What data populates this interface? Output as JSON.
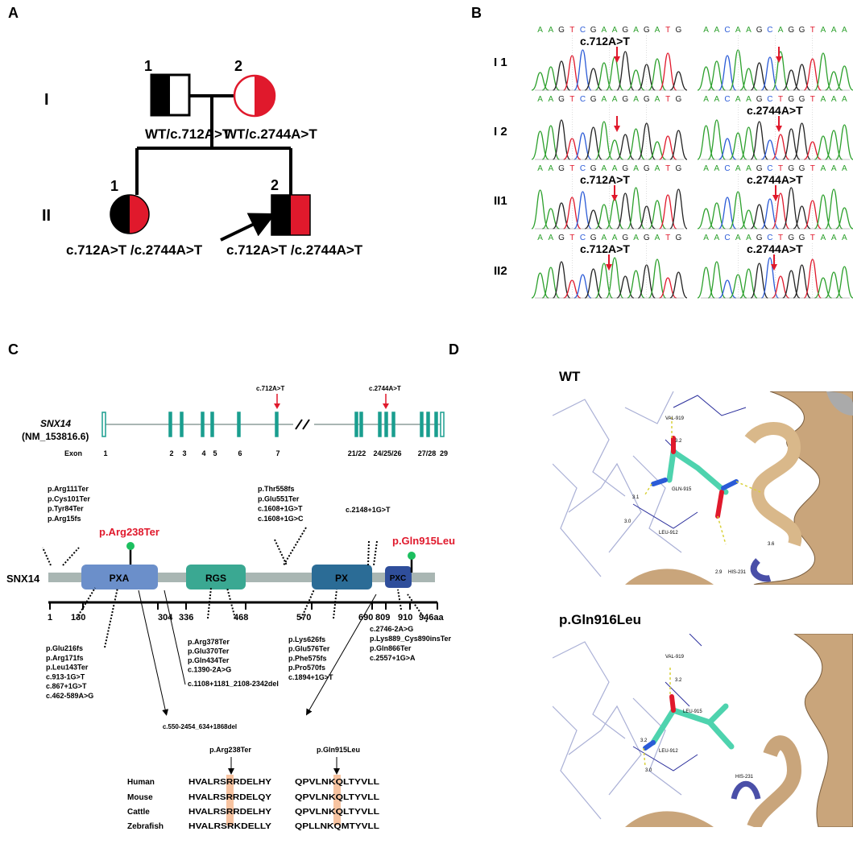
{
  "panel_letters": {
    "a": "A",
    "b": "B",
    "c": "C",
    "d": "D"
  },
  "pedigree": {
    "generations": [
      "I",
      "II"
    ],
    "individuals": [
      {
        "id": "I-1",
        "number": "1",
        "sex": "male",
        "genotype": "WT/c.712A>T"
      },
      {
        "id": "I-2",
        "number": "2",
        "sex": "female",
        "genotype": "WT/c.2744A>T"
      },
      {
        "id": "II-1",
        "number": "1",
        "sex": "female",
        "genotype": "c.712A>T /c.2744A>T"
      },
      {
        "id": "II-2",
        "number": "2",
        "sex": "male",
        "genotype": "c.712A>T /c.2744A>T",
        "proband": true
      }
    ]
  },
  "sanger": {
    "row_labels": [
      "I 1",
      "I 2",
      "II1",
      "II2"
    ],
    "seq_left": "AAGTCGAAGAGATG",
    "seq_right": "AACAAGCTGGTAAA",
    "seq_right_row1": "AACAAGCAGGTAAA",
    "variant_left": "c.712A>T",
    "variant_right": "c.2744A>T"
  },
  "gene": {
    "name": "SNX14",
    "transcript": "(NM_153816.6)",
    "exon_label": "Exon",
    "exon_numbers": [
      "1",
      "2",
      "3",
      "4",
      "5",
      "6",
      "7",
      "21/22",
      "24/25/26",
      "27/28",
      "29"
    ],
    "markers": [
      "c.712A>T",
      "c.2744A>T"
    ]
  },
  "protein": {
    "name": "SNX14",
    "domains": [
      "PXA",
      "RGS",
      "PX",
      "PXC"
    ],
    "highlight_left": "p.Arg238Ter",
    "highlight_right": "p.Gln915Leu",
    "axis_ticks": [
      "1",
      "130",
      "304",
      "336",
      "468",
      "570",
      "690",
      "809",
      "910",
      "946aa"
    ],
    "groups": {
      "top_left": [
        "p.Arg111Ter",
        "p.Cys101Ter",
        "p.Tyr84Ter",
        "p.Arg15fs"
      ],
      "top_mid": [
        "p.Thr558fs",
        "p.Glu551Ter",
        "c.1608+1G>T",
        "c.1608+1G>C"
      ],
      "top_right": [
        "c.2148+1G>T"
      ],
      "bottom_a": [
        "p.Glu216fs",
        "p.Arg171fs",
        "p.Leu143Ter",
        "c.913-1G>T",
        "c.867+1G>T",
        "c.462-589A>G"
      ],
      "bottom_b": [
        "p.Arg378Ter",
        "p.Glu370Ter",
        "p.Gln434Ter",
        "c.1390-2A>G"
      ],
      "bottom_b2": "c.1108+1181_2108-2342del",
      "bottom_c": [
        "p.Lys626fs",
        "p.Glu576Ter",
        "p.Phe575fs",
        "p.Pro570fs",
        "c.1894+1G>T"
      ],
      "bottom_d": [
        "c.2746-2A>G",
        "p.Lys889_Cys890insTer",
        "p.Gln866Ter",
        "c.2557+1G>A"
      ],
      "bottom_e": "c.550-2454_634+1868del"
    }
  },
  "conservation": {
    "label_left": "p.Arg238Ter",
    "label_right": "p.Gln915Leu",
    "species": [
      {
        "name": "Human",
        "left": "HVALRSRRDELHY",
        "right": "QPVLNKQLTYVLL"
      },
      {
        "name": "Mouse",
        "left": "HVALRSRRDELQY",
        "right": "QPVLNKQLTYVLL"
      },
      {
        "name": "Cattle",
        "left": "HVALRSRRDELHY",
        "right": "QPVLNKQLTYVLL"
      },
      {
        "name": "Zebrafish",
        "left": "HVALRSRKDELLY",
        "right": "QPLLNKQMTYVLL"
      }
    ]
  },
  "structure": {
    "wt": {
      "title": "WT",
      "labels": [
        "VAL-919",
        "GLN-915",
        "LEU-912",
        "HIS-231"
      ],
      "distances": [
        "3.2",
        "3.1",
        "3.0",
        "2.9",
        "3.6"
      ]
    },
    "mut": {
      "title": "p.Gln916Leu",
      "labels": [
        "VAL-919",
        "LEU-915",
        "LEU-912",
        "HIS-231"
      ],
      "distances": [
        "3.2",
        "3.2",
        "3.0"
      ]
    }
  },
  "colors": {
    "red": "#e0192c",
    "teal": "#1a9e8f",
    "pxa": "#6b8fca",
    "rgs": "#3aa892",
    "px": "#2b6c96",
    "pxc": "#2f4e9b",
    "backbone": "#a9b6b3",
    "highlight": "#f7c3a0",
    "tan": "#c9a57b",
    "ligand": "#4ed3ae"
  }
}
